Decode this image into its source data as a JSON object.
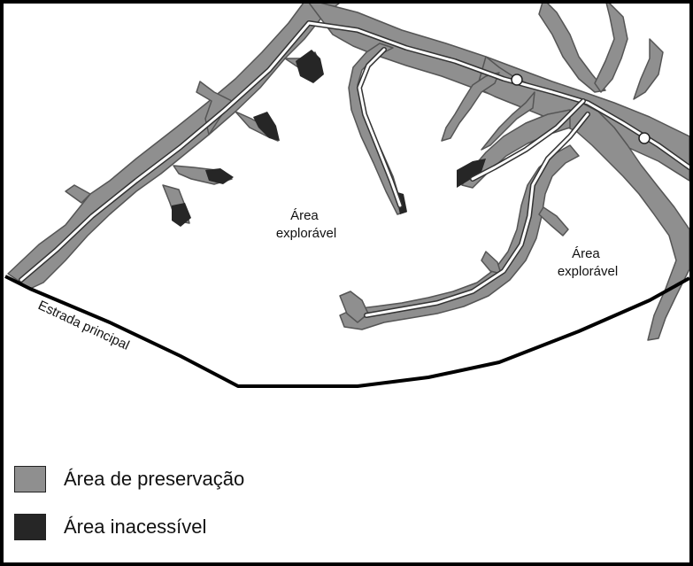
{
  "colors": {
    "preservation": "#8f8f8f",
    "inaccessible": "#262626",
    "road": "#000000",
    "background": "#ffffff"
  },
  "map": {
    "area_labels": [
      {
        "line1": "Área",
        "line2": "explorável"
      },
      {
        "line1": "Área",
        "line2": "explorável"
      }
    ],
    "road_label": "Estrada principal"
  },
  "legend": {
    "items": [
      {
        "label": "Área de preservação",
        "color": "#8f8f8f"
      },
      {
        "label": "Área inacessível",
        "color": "#262626"
      }
    ]
  }
}
